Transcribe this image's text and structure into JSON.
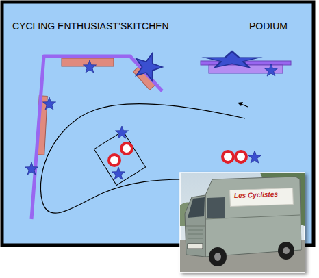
{
  "diagram": {
    "labels": [
      "CYCLING ENTHUSIAST’SKITCHEN",
      "PODIUM",
      "Les Cyclistes"
    ]
  }
}
